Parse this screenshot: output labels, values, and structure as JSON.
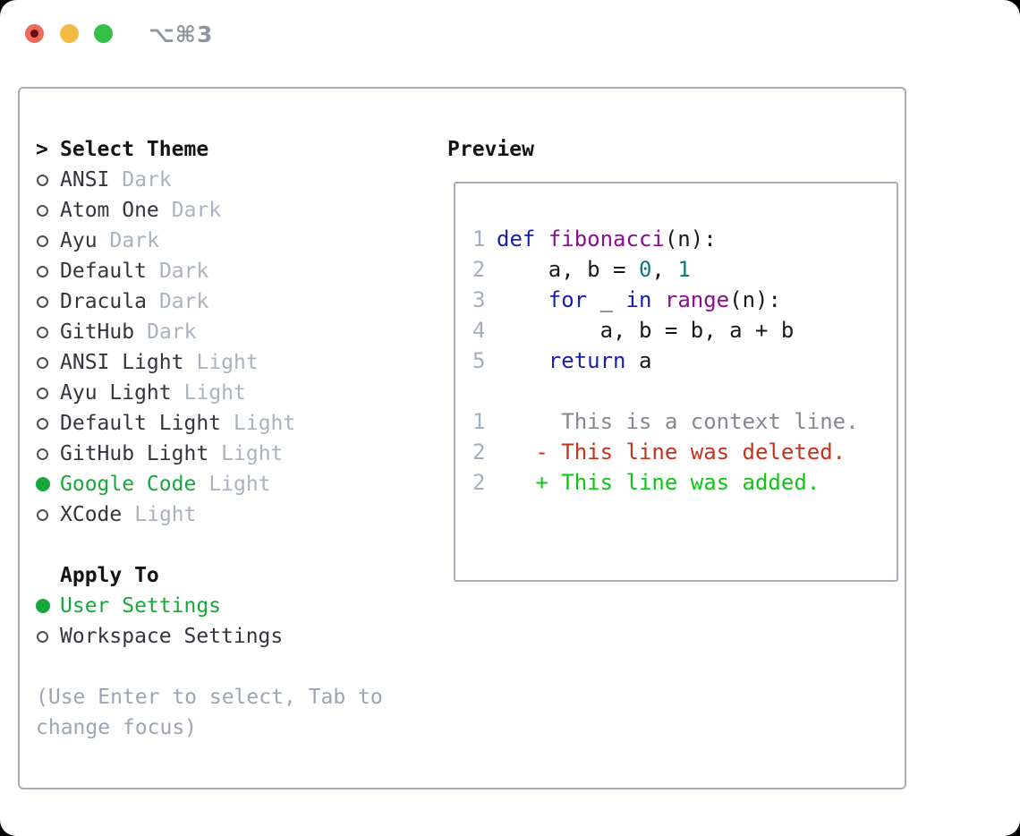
{
  "titlebar": {
    "shortcut": "⌥⌘3"
  },
  "theme_picker": {
    "prompt": ">",
    "title": "Select Theme",
    "items": [
      {
        "label": "ANSI",
        "tag": "Dark",
        "selected": false
      },
      {
        "label": "Atom One",
        "tag": "Dark",
        "selected": false
      },
      {
        "label": "Ayu",
        "tag": "Dark",
        "selected": false
      },
      {
        "label": "Default",
        "tag": "Dark",
        "selected": false
      },
      {
        "label": "Dracula",
        "tag": "Dark",
        "selected": false
      },
      {
        "label": "GitHub",
        "tag": "Dark",
        "selected": false
      },
      {
        "label": "ANSI Light",
        "tag": "Light",
        "selected": false
      },
      {
        "label": "Ayu Light",
        "tag": "Light",
        "selected": false
      },
      {
        "label": "Default Light",
        "tag": "Light",
        "selected": false
      },
      {
        "label": "GitHub Light",
        "tag": "Light",
        "selected": false
      },
      {
        "label": "Google Code",
        "tag": "Light",
        "selected": true
      },
      {
        "label": "XCode",
        "tag": "Light",
        "selected": false
      }
    ]
  },
  "apply_to": {
    "title": "Apply To",
    "items": [
      {
        "label": "User Settings",
        "selected": true
      },
      {
        "label": "Workspace Settings",
        "selected": false
      }
    ]
  },
  "hint": {
    "text": "(Use Enter to select, Tab to change focus)"
  },
  "preview": {
    "title": "Preview",
    "code_lines": [
      {
        "num": "1",
        "tokens": [
          {
            "t": "def",
            "c": "kwd"
          },
          {
            "t": " ",
            "c": "pln"
          },
          {
            "t": "fibonacci",
            "c": "typ"
          },
          {
            "t": "(n):",
            "c": "pln"
          }
        ]
      },
      {
        "num": "2",
        "tokens": [
          {
            "t": "    a, b = ",
            "c": "pln"
          },
          {
            "t": "0",
            "c": "lit"
          },
          {
            "t": ", ",
            "c": "pln"
          },
          {
            "t": "1",
            "c": "lit"
          }
        ]
      },
      {
        "num": "3",
        "tokens": [
          {
            "t": "    ",
            "c": "pln"
          },
          {
            "t": "for",
            "c": "kwd"
          },
          {
            "t": " _ ",
            "c": "pln"
          },
          {
            "t": "in",
            "c": "kwd"
          },
          {
            "t": " ",
            "c": "pln"
          },
          {
            "t": "range",
            "c": "typ"
          },
          {
            "t": "(n):",
            "c": "pln"
          }
        ]
      },
      {
        "num": "4",
        "tokens": [
          {
            "t": "        a, b = b, a + b",
            "c": "pln"
          }
        ]
      },
      {
        "num": "5",
        "tokens": [
          {
            "t": "    ",
            "c": "pln"
          },
          {
            "t": "return",
            "c": "kwd"
          },
          {
            "t": " a",
            "c": "pln"
          }
        ]
      },
      {
        "num": "",
        "tokens": []
      },
      {
        "num": "1",
        "tokens": [
          {
            "t": "     This is a context line.",
            "c": "ctx"
          }
        ]
      },
      {
        "num": "2",
        "tokens": [
          {
            "t": "   - This line was deleted.",
            "c": "del"
          }
        ]
      },
      {
        "num": "2",
        "tokens": [
          {
            "t": "   + This line was added.",
            "c": "add"
          }
        ]
      }
    ]
  },
  "colors": {
    "selection_green": "#17a83b",
    "keyword_blue": "#1a1faa",
    "type_purple": "#8a0f8e",
    "literal_teal": "#0e7a7e",
    "diff_deleted_red": "#c5331b",
    "diff_added_green": "#0fc513",
    "muted_gray": "#a9b3c0",
    "line_number_gray": "#a4aebc",
    "traffic_red": "#ee6a5e",
    "traffic_yellow": "#f3bb45",
    "traffic_green": "#33c048"
  }
}
